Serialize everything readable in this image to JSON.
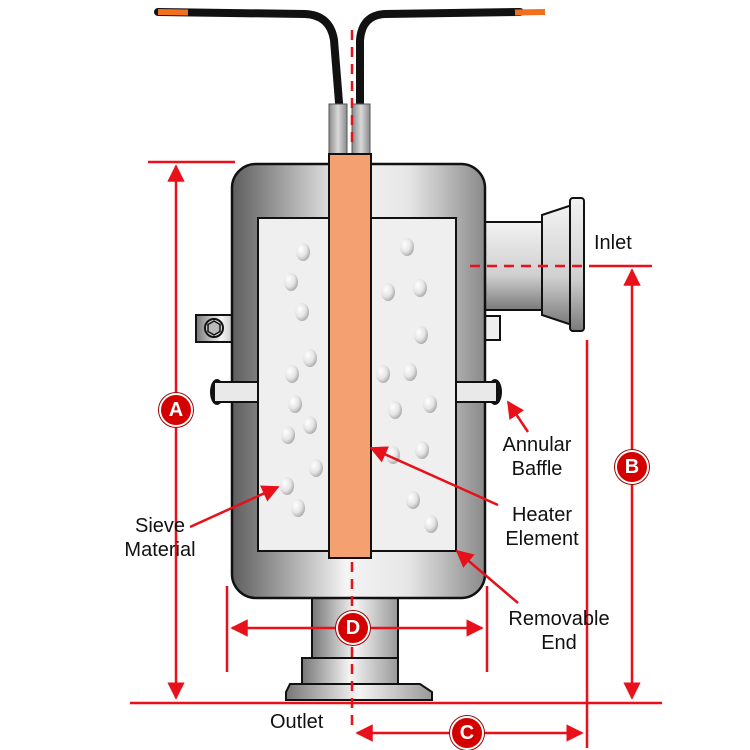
{
  "labels": {
    "inlet": "Inlet",
    "outlet": "Outlet",
    "annular_baffle": [
      "Annular",
      "Baffle"
    ],
    "heater_element": [
      "Heater",
      "Element"
    ],
    "sieve_material": [
      "Sieve",
      "Material"
    ],
    "removable_end": [
      "Removable",
      "End"
    ]
  },
  "dimensions": {
    "a": "A",
    "b": "B",
    "c": "C",
    "d": "D"
  },
  "colors": {
    "dimension": "#e8101a",
    "heater": "#f4a070",
    "wire_tip": "#f07020",
    "sieve": "#eeeeee",
    "body_dark": "#6b6b6b",
    "body_light": "#f2f2f2"
  }
}
